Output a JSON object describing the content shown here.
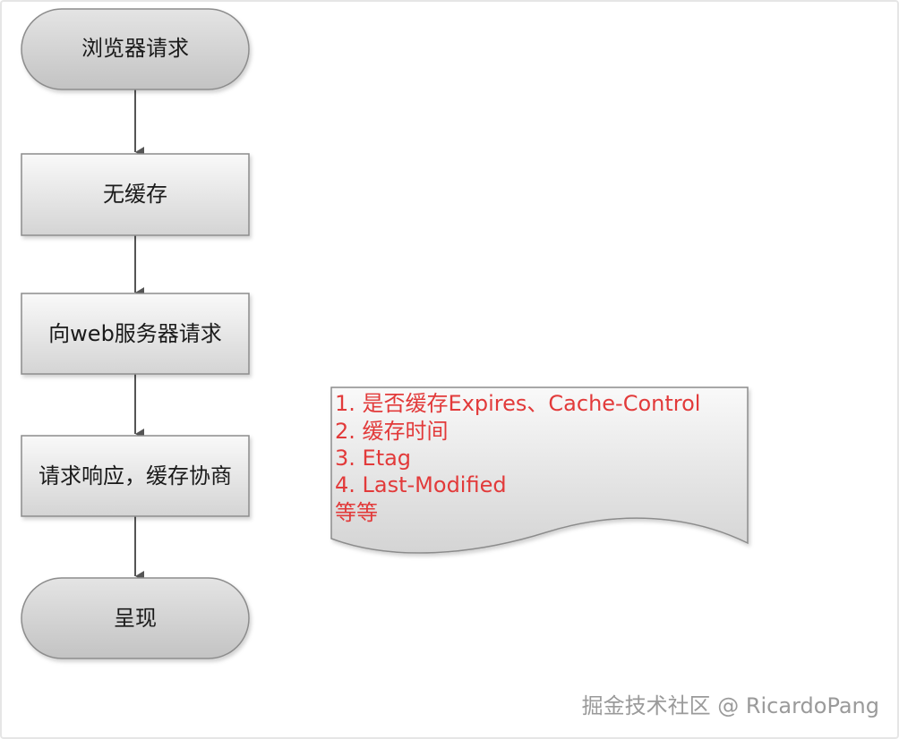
{
  "flowchart": {
    "nodes": [
      {
        "id": "browser-request",
        "shape": "terminal",
        "label": "浏览器请求"
      },
      {
        "id": "no-cache",
        "shape": "process",
        "label": "无缓存"
      },
      {
        "id": "web-server-request",
        "shape": "process",
        "label": "向web服务器请求"
      },
      {
        "id": "response-cache",
        "shape": "process",
        "label": "请求响应，缓存协商"
      },
      {
        "id": "render",
        "shape": "terminal",
        "label": "呈现"
      }
    ],
    "edges": [
      {
        "from": "browser-request",
        "to": "no-cache"
      },
      {
        "from": "no-cache",
        "to": "web-server-request"
      },
      {
        "from": "web-server-request",
        "to": "response-cache"
      },
      {
        "from": "response-cache",
        "to": "render"
      }
    ]
  },
  "note": {
    "lines": [
      "1. 是否缓存Expires、Cache-Control",
      "2. 缓存时间",
      "3. Etag",
      "4. Last-Modified",
      "等等"
    ]
  },
  "watermark": "掘金技术社区 @ RicardoPang",
  "colors": {
    "node_fill_light": "#f7f7f7",
    "node_fill_dark": "#d6d6d6",
    "node_stroke": "#8c8c8c",
    "note_text": "#e23a3a",
    "watermark_text": "#9a9a9a"
  }
}
